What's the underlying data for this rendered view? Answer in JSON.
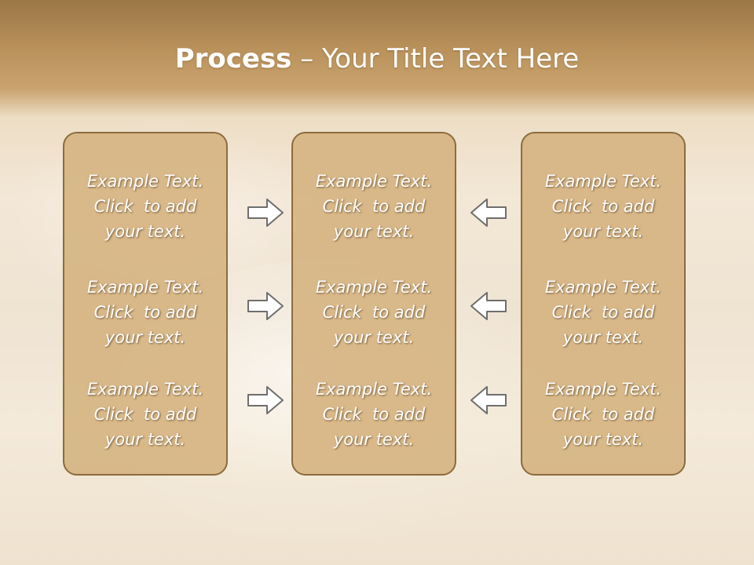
{
  "slide": {
    "title_bold": "Process",
    "title_rest": " – Your Title Text Here",
    "columns": [
      {
        "items": [
          {
            "lines": [
              "Example Text.",
              "Click  to add",
              "your text."
            ]
          },
          {
            "lines": [
              "Example Text.",
              "Click  to add",
              "your text."
            ]
          },
          {
            "lines": [
              "Example Text.",
              "Click  to add",
              "your text."
            ]
          }
        ]
      },
      {
        "items": [
          {
            "lines": [
              "Example Text.",
              "Click  to add",
              "your text."
            ]
          },
          {
            "lines": [
              "Example Text.",
              "Click  to add",
              "your text."
            ]
          },
          {
            "lines": [
              "Example Text.",
              "Click  to add",
              "your text."
            ]
          }
        ]
      },
      {
        "items": [
          {
            "lines": [
              "Example Text.",
              "Click  to add",
              "your text."
            ]
          },
          {
            "lines": [
              "Example Text.",
              "Click  to add",
              "your text."
            ]
          },
          {
            "lines": [
              "Example Text.",
              "Click  to add",
              "your text."
            ]
          }
        ]
      }
    ],
    "arrows": [
      {
        "icon": "arrow-right-icon"
      },
      {
        "icon": "arrow-left-icon"
      }
    ],
    "colors": {
      "title_bar": "#b8905a",
      "box_fill": "#d6b482",
      "box_border": "#8c6b3e",
      "text": "#ffffff",
      "arrow_fill": "#ffffff",
      "arrow_stroke": "#6e6e6e"
    }
  }
}
